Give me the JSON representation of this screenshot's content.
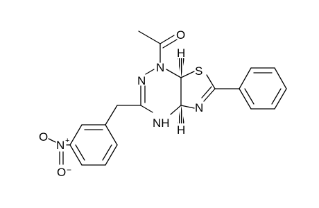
{
  "molecule": {
    "atoms": {
      "carbonyl_oxygen": "O",
      "n_acetyl": "N",
      "n_imine_left": "N",
      "sulfur": "S",
      "n_thiazoline": "N",
      "nh_ring": "NH",
      "h_top_stereo": "H",
      "h_bottom_stereo": "H",
      "nitro_n": "N",
      "nitro_plus": "+",
      "nitro_o_left": "O",
      "nitro_o_bottom": "O",
      "nitro_minus": "−"
    },
    "colors": {
      "bond": "#000000",
      "label": "#000000",
      "background": "#ffffff"
    }
  }
}
